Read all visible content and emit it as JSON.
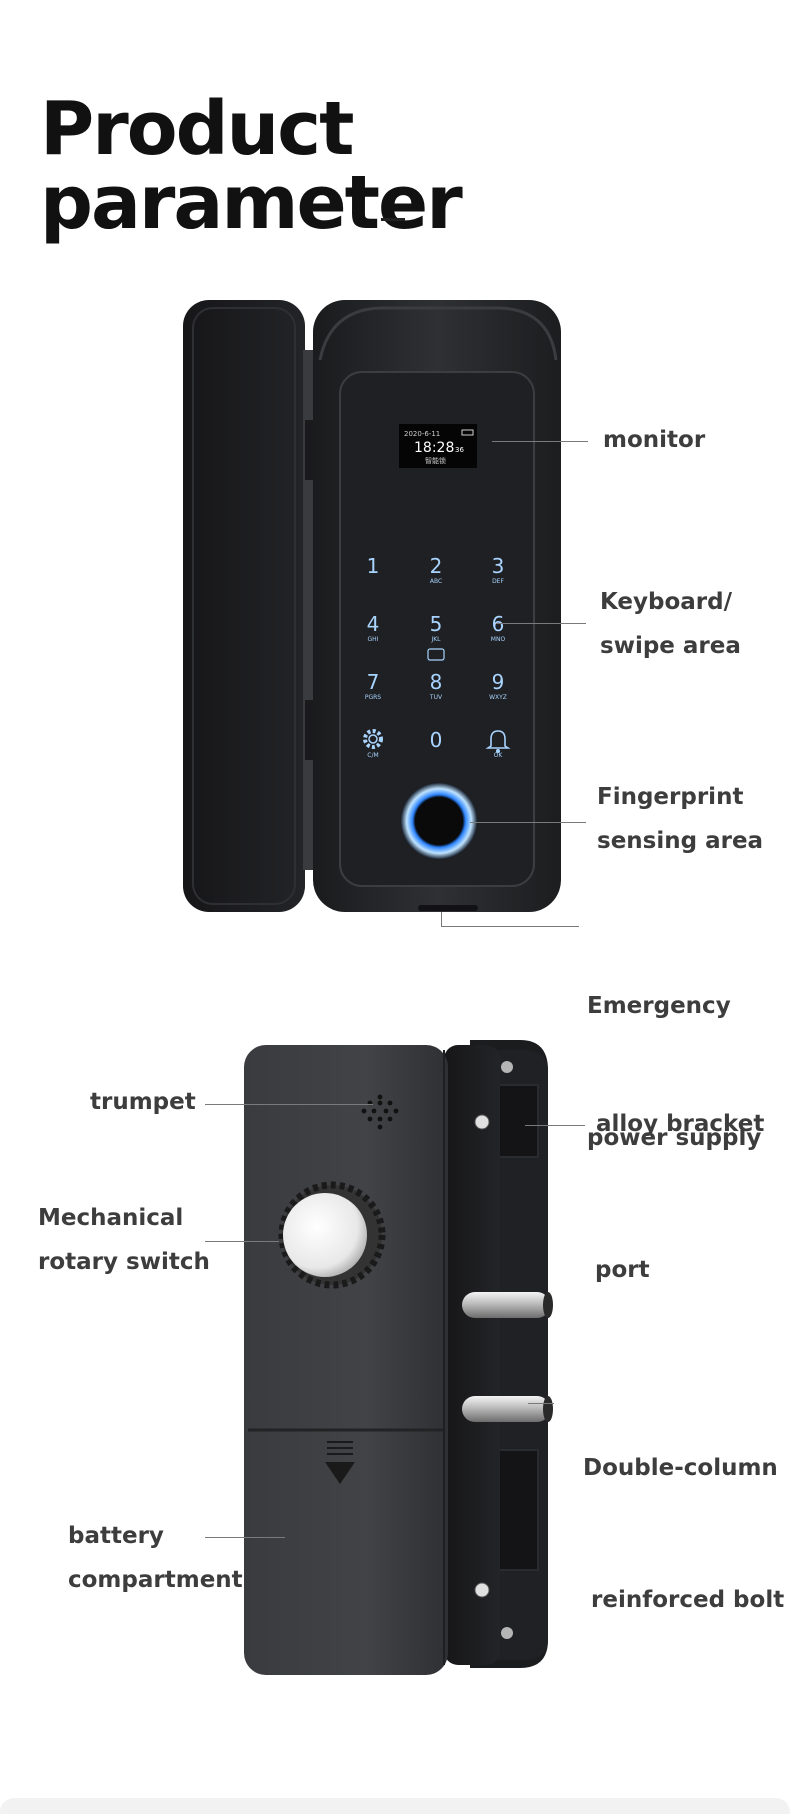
{
  "title": "Product parameter",
  "screen": {
    "date": "2020-6-11",
    "time": "18:28",
    "seconds": "36",
    "caption": "智能锁"
  },
  "keypad": [
    {
      "digit": "1",
      "letters": ""
    },
    {
      "digit": "2",
      "letters": "ABC"
    },
    {
      "digit": "3",
      "letters": "DEF"
    },
    {
      "digit": "4",
      "letters": "GHI"
    },
    {
      "digit": "5",
      "letters": "JKL"
    },
    {
      "digit": "6",
      "letters": "MNO"
    },
    {
      "digit": "7",
      "letters": "PGRS"
    },
    {
      "digit": "8",
      "letters": "TUV"
    },
    {
      "digit": "9",
      "letters": "WXYZ"
    },
    {
      "digit": "",
      "letters": "C/M"
    },
    {
      "digit": "0",
      "letters": ""
    },
    {
      "digit": "",
      "letters": "OK"
    }
  ],
  "labels": {
    "monitor": [
      "monitor"
    ],
    "keyboard": [
      "Keyboard/",
      "swipe area"
    ],
    "fingerprint": [
      "Fingerprint",
      "sensing area"
    ],
    "emergency": [
      "Emergency",
      "power supply",
      " port"
    ],
    "trumpet": [
      "trumpet"
    ],
    "alloy": [
      "alloy bracket"
    ],
    "mechanical": [
      "Mechanical",
      "rotary switch"
    ],
    "bolt": [
      "Double-column",
      " reinforced bolt"
    ],
    "battery": [
      "battery",
      "compartment"
    ]
  },
  "colors": {
    "body": "#2a2b2e",
    "key_glow": "#9fd2ff",
    "ring_glow": "#4aa8ff",
    "text": "#3d3d3d"
  },
  "icons": [
    "gear-icon",
    "bell-icon",
    "card-icon",
    "speaker-grille-icon",
    "down-arrow-icon"
  ]
}
